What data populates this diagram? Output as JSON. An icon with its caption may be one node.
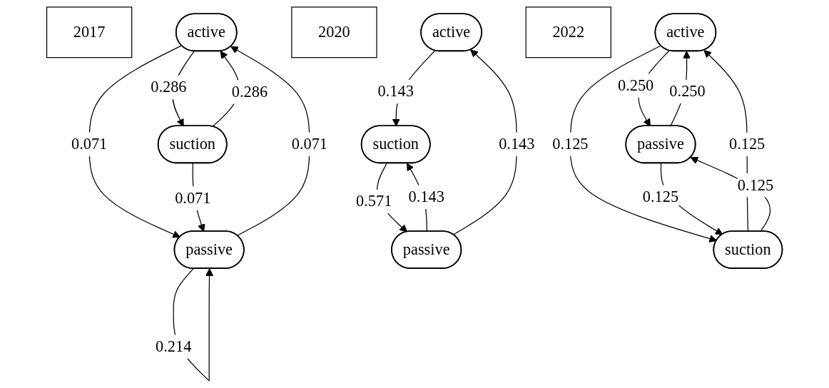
{
  "diagram": {
    "nodes": [
      {
        "text": [
          "2017"
        ]
      },
      {
        "text": [
          "active"
        ]
      },
      {
        "text": [
          "suction"
        ]
      },
      {
        "text": [
          "passive"
        ]
      },
      {
        "text": [
          "2020"
        ]
      },
      {
        "text": [
          "active"
        ]
      },
      {
        "text": [
          "suction"
        ]
      },
      {
        "text": [
          "passive"
        ]
      },
      {
        "text": [
          "2022"
        ]
      },
      {
        "text": [
          "active"
        ]
      },
      {
        "text": [
          "passive"
        ]
      },
      {
        "text": [
          "suction"
        ]
      }
    ],
    "edges": [
      {
        "from": 1,
        "to": 2,
        "arrow": "to",
        "label": "0.286"
      },
      {
        "from": 2,
        "to": 1,
        "arrow": "to",
        "label": "0.286"
      },
      {
        "from": 1,
        "to": 3,
        "arrow": "to",
        "label": "0.071"
      },
      {
        "from": 3,
        "to": 1,
        "arrow": "to",
        "label": "0.071"
      },
      {
        "from": 2,
        "to": 3,
        "arrow": "to",
        "label": "0.071"
      },
      {
        "from": 3,
        "to": 3,
        "arrow": "to",
        "label": "0.214"
      },
      {
        "from": 5,
        "to": 6,
        "arrow": "to",
        "label": "0.143"
      },
      {
        "from": 6,
        "to": 7,
        "arrow": "to",
        "label": "0.571"
      },
      {
        "from": 7,
        "to": 6,
        "arrow": "to",
        "label": "0.143"
      },
      {
        "from": 7,
        "to": 5,
        "arrow": "to",
        "label": "0.143"
      },
      {
        "from": 9,
        "to": 10,
        "arrow": "to",
        "label": "0.250"
      },
      {
        "from": 10,
        "to": 9,
        "arrow": "to",
        "label": "0.250"
      },
      {
        "from": 9,
        "to": 11,
        "arrow": "to",
        "label": "0.125"
      },
      {
        "from": 11,
        "to": 9,
        "arrow": "to",
        "label": "0.125"
      },
      {
        "from": 10,
        "to": 11,
        "arrow": "to",
        "label": "0.125"
      },
      {
        "from": 11,
        "to": 10,
        "arrow": "to",
        "label": "0.125"
      }
    ]
  }
}
